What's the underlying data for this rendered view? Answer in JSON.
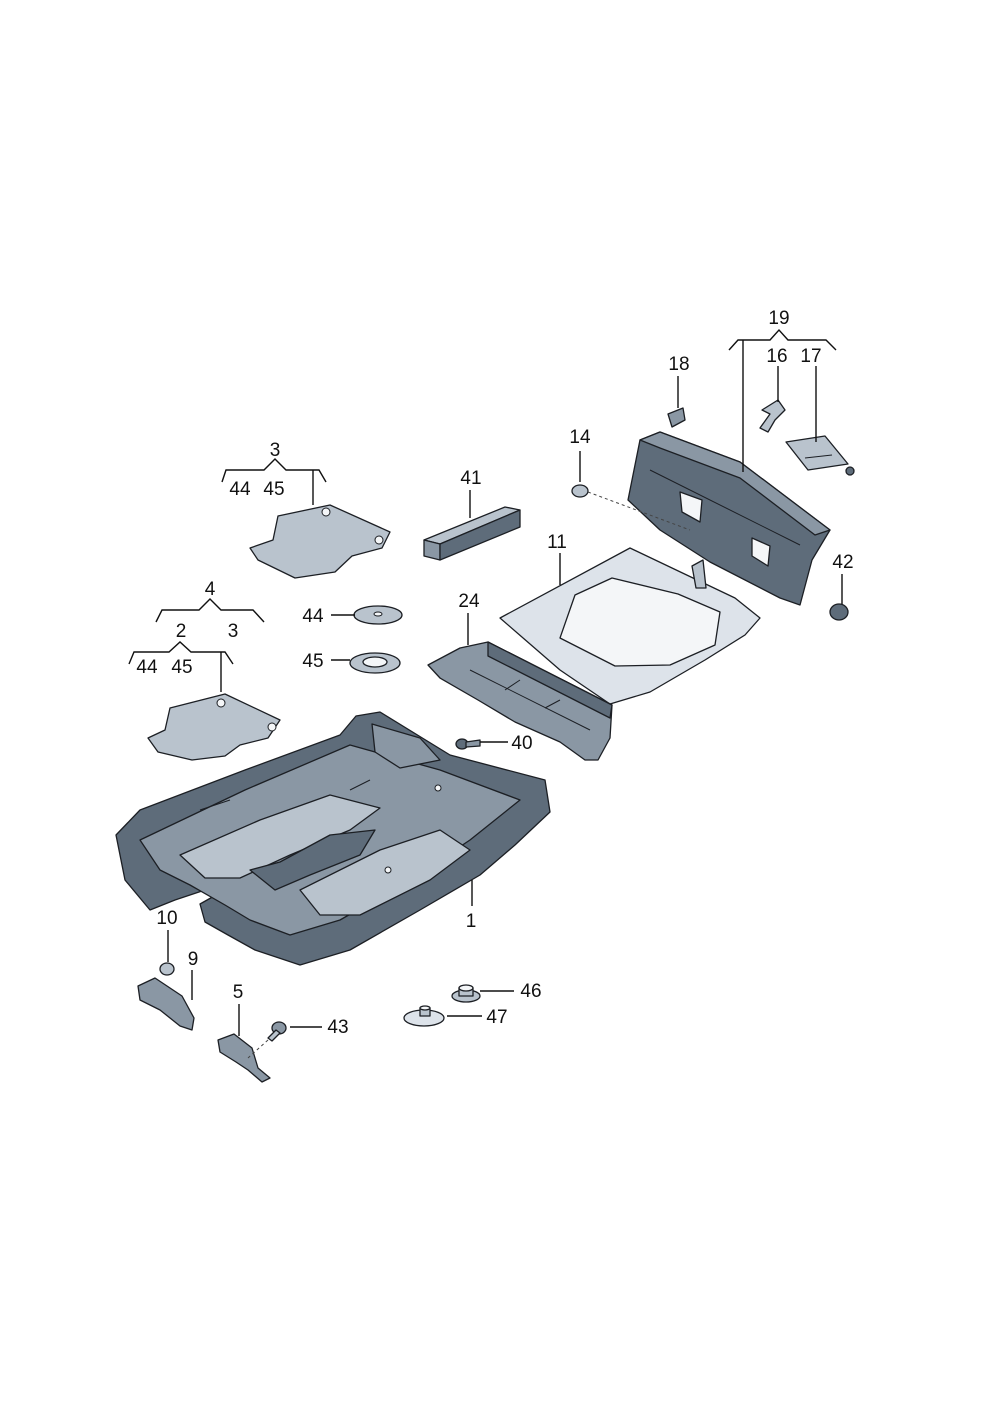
{
  "callouts": {
    "n1": "1",
    "n2": "2",
    "n3a": "3",
    "n3b": "3",
    "n4": "4",
    "n5": "5",
    "n9": "9",
    "n10": "10",
    "n11": "11",
    "n14": "14",
    "n16": "16",
    "n17": "17",
    "n18": "18",
    "n19": "19",
    "n24": "24",
    "n40": "40",
    "n41": "41",
    "n42": "42",
    "n43": "43",
    "n44a": "44",
    "n44b": "44",
    "n44c": "44",
    "n45a": "45",
    "n45b": "45",
    "n45c": "45",
    "n46": "46",
    "n47": "47"
  }
}
